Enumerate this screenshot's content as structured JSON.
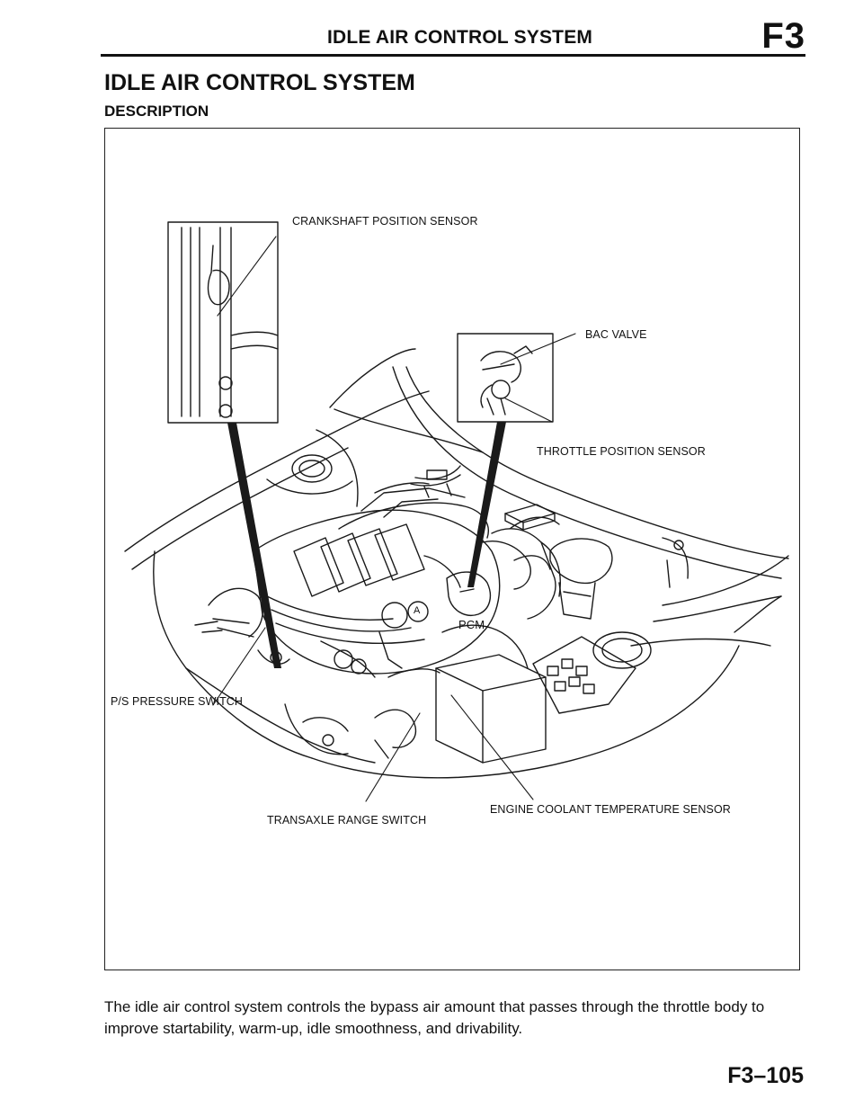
{
  "header": {
    "running_title": "IDLE AIR CONTROL SYSTEM",
    "section_code": "F3"
  },
  "page_title": "IDLE AIR CONTROL SYSTEM",
  "section_label": "DESCRIPTION",
  "figure": {
    "labels": {
      "crankshaft_position_sensor": "CRANKSHAFT POSITION SENSOR",
      "bac_valve": "BAC VALVE",
      "throttle_position_sensor": "THROTTLE POSITION SENSOR",
      "ps_pressure_switch": "P/S PRESSURE SWITCH",
      "transaxle_range_switch": "TRANSAXLE RANGE SWITCH",
      "engine_coolant_temperature_sensor": "ENGINE COOLANT TEMPERATURE SENSOR",
      "callout_a": "A",
      "pcm": "PCM"
    }
  },
  "body_text": "The idle air control system controls the bypass air amount that passes through the throttle body to improve startability, warm-up, idle smoothness, and drivability.",
  "page_number": "F3–105"
}
